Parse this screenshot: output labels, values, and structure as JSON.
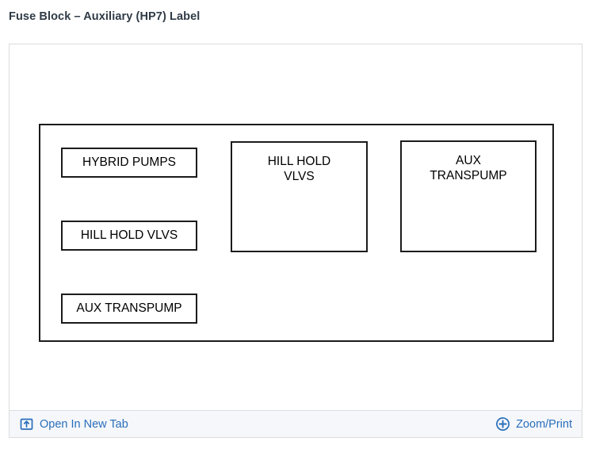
{
  "page": {
    "title": "Fuse Block – Auxiliary (HP7) Label"
  },
  "colors": {
    "title_text": "#2f3b47",
    "link_blue": "#2a6ebb",
    "card_border": "#dcdcdc",
    "footer_background": "#f5f7fa",
    "diagram_stroke": "#1b1b1b",
    "diagram_background": "#ffffff"
  },
  "diagram": {
    "type": "fuse-block-label",
    "outline_label": "fuse-block-outline",
    "boxes": [
      {
        "id": "hybrid-pumps",
        "label": "HYBRID PUMPS",
        "lines": 1,
        "column": "left",
        "row": 1
      },
      {
        "id": "hill-hold-vlvs-left",
        "label": "HILL HOLD VLVS",
        "lines": 1,
        "column": "left",
        "row": 2
      },
      {
        "id": "aux-transpump-left",
        "label": "AUX TRANSPUMP",
        "lines": 1,
        "column": "left",
        "row": 3
      },
      {
        "id": "hill-hold-vlvs-big",
        "label": "HILL HOLD\nVLVS",
        "lines": 2,
        "column": "middle",
        "row": 1
      },
      {
        "id": "aux-transpump-big",
        "label": "AUX\nTRANSPUMP",
        "lines": 2,
        "column": "right",
        "row": 1
      }
    ]
  },
  "footer": {
    "open_new_tab": {
      "label": "Open In New Tab",
      "icon": "external-link-icon"
    },
    "zoom_print": {
      "label": "Zoom/Print",
      "icon": "circle-plus-icon"
    }
  }
}
